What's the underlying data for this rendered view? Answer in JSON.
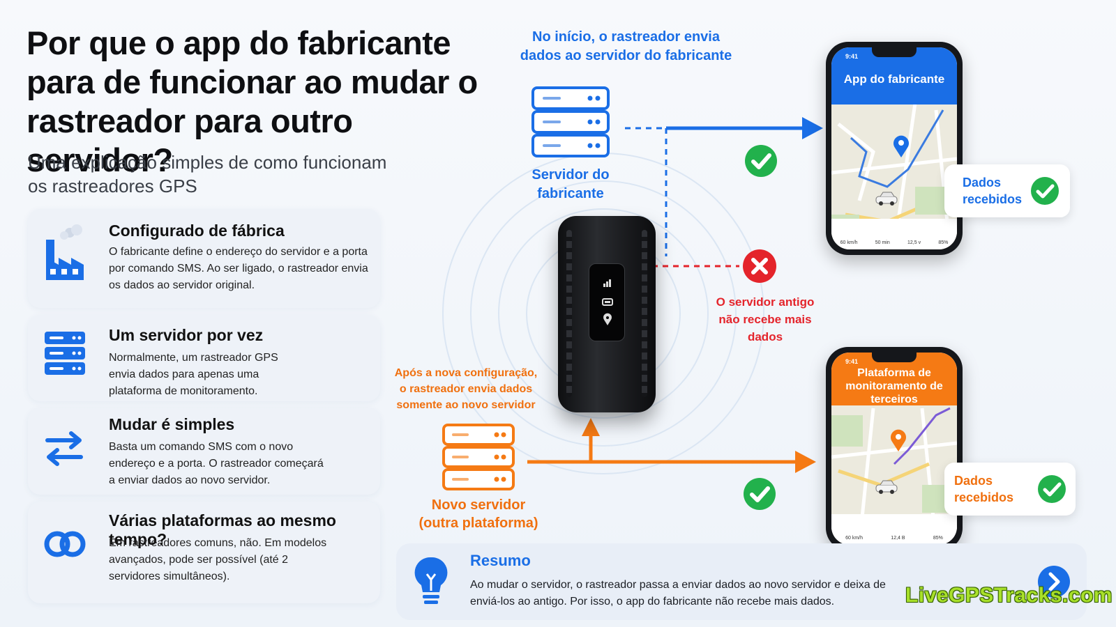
{
  "header": {
    "title": "Por que o app do fabricante para de funcionar ao mudar o rastreador para outro servidor?",
    "subtitle": "Uma explicação simples de como funcionam os rastreadores GPS"
  },
  "cards": [
    {
      "icon": "factory-icon",
      "title": "Configurado de fábrica",
      "body": "O fabricante define o endereço do servidor e a porta por comando SMS. Ao ser ligado, o rastreador envia os dados ao servidor original."
    },
    {
      "icon": "server-icon",
      "title": "Um servidor por vez",
      "body": "Normalmente, um rastreador GPS envia dados para apenas uma plataforma de monitoramento."
    },
    {
      "icon": "swap-arrows-icon",
      "title": "Mudar é simples",
      "body": "Basta um comando SMS com o novo endereço e a porta. O rastreador começará a enviar dados ao novo servidor."
    },
    {
      "icon": "linked-rings-icon",
      "title": "Várias plataformas ao mesmo tempo?",
      "body": "Em rastreadores comuns, não. Em modelos avançados, pode ser possível (até 2 servidores simultâneos)."
    }
  ],
  "diagram": {
    "top_caption": "No início, o rastreador envia dados ao servidor do fabricante",
    "manufacturer_server_label": "Servidor do fabricante",
    "old_server_caption": "O servidor antigo não recebe mais dados",
    "new_config_caption": "Após a nova configuração, o rastreador envia dados somente ao novo servidor",
    "new_server_label": "Novo servidor (outra plataforma)",
    "colors": {
      "blue": "#1a6ee6",
      "orange": "#f57a14",
      "red": "#e4242b",
      "green": "#22b14c"
    }
  },
  "phones": {
    "manufacturer": {
      "time": "9:41",
      "header": "App do fabricante",
      "stats": [
        "60 km/h",
        "50 min",
        "12,5 v",
        "85%"
      ]
    },
    "third_party": {
      "time": "9:41",
      "header": "Plataforma de monitoramento de terceiros",
      "stats": [
        "60 km/h",
        "12,4 B",
        "85%"
      ]
    }
  },
  "badges": {
    "top": "Dados recebidos",
    "bottom": "Dados recebidos"
  },
  "summary": {
    "title": "Resumo",
    "text": "Ao mudar o servidor, o rastreador passa a enviar dados ao novo servidor e deixa de enviá-los ao antigo. Por isso, o app do fabricante não recebe mais dados."
  },
  "watermark": "LiveGPSTracks.com"
}
